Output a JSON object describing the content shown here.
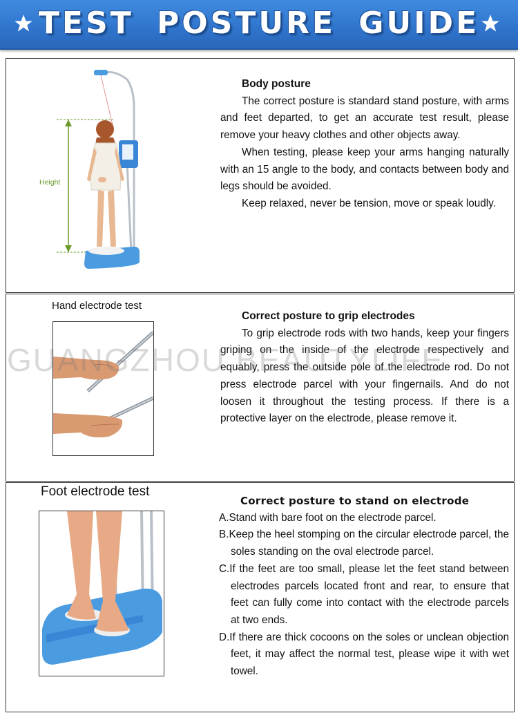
{
  "banner": {
    "title": "TEST POSTURE GUIDE"
  },
  "body_posture": {
    "heading": "Body posture",
    "paragraphs": [
      "The correct posture is standard stand posture, with arms and feet departed, to get an accurate test result, please remove your heavy clothes and other objects away.",
      "When testing, please keep your arms hanging naturally with an 15 angle to the body, and contacts between body and legs should be avoided.",
      "Keep relaxed, never be tension, move or speak loudly."
    ],
    "height_label": "Height"
  },
  "hand_test": {
    "label": "Hand electrode test",
    "heading": "Correct posture to grip electrodes",
    "paragraph": "To grip electrode rods with two hands, keep your fingers griping on the inside of the electrode respectively and equably, press the outside pole of the electrode rod. Do not press electrode parcel with your fingernails. And do not loosen it throughout the testing process. If there is a protective layer on the electrode, please remove it."
  },
  "foot_test": {
    "label": "Foot electrode test",
    "heading": "Correct posture to stand on electrode",
    "items": [
      "A.Stand with bare foot on the electrode parcel.",
      "B.Keep the heel stomping on the circular electrode parcel, the soles standing on the oval electrode parcel.",
      "C.If the feet are too small, please let the feet stand between electrodes parcels located front and rear, to ensure that feet can fully come into contact with the electrode parcels at two ends.",
      "D.If there are thick cocoons on the soles or unclean objection feet, it may affect the normal test, please wipe it with wet towel."
    ]
  },
  "watermark": "GUANGZHOU BEAUTYLIFE",
  "colors": {
    "banner_blue": "#2f74cc",
    "machine_blue": "#4a9be0",
    "height_green": "#6a9a2a"
  }
}
